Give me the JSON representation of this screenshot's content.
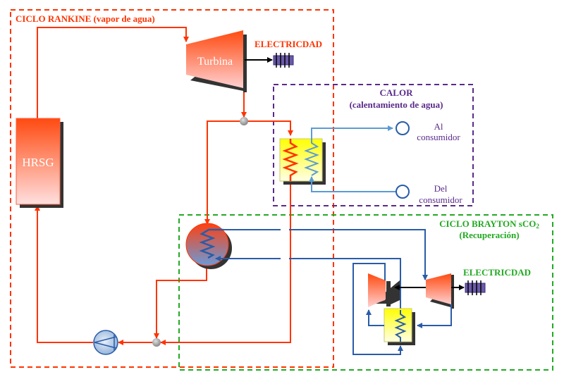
{
  "rankine": {
    "title": "CICLO RANKINE (vapor de agua)",
    "turbine_label": "Turbina",
    "hrsg_label": "HRSG",
    "electricity_label": "ELECTRICDAD"
  },
  "heat": {
    "title": "CALOR",
    "subtitle": "(calentamiento de agua)",
    "to_consumer_line1": "Al",
    "to_consumer_line2": "consumidor",
    "from_consumer_line1": "Del",
    "from_consumer_line2": "consumidor"
  },
  "brayton": {
    "title": "CICLO BRAYTON sCO",
    "title_subscript": "2",
    "subtitle": "(Recuperación)",
    "electricity_label": "ELECTRICDAD"
  },
  "colors": {
    "rankine": "#ff3300",
    "heat": "#5a2a8a",
    "brayton": "#22aa22",
    "co2_line": "#2a5ca8",
    "water_line": "#5b9bd5"
  }
}
